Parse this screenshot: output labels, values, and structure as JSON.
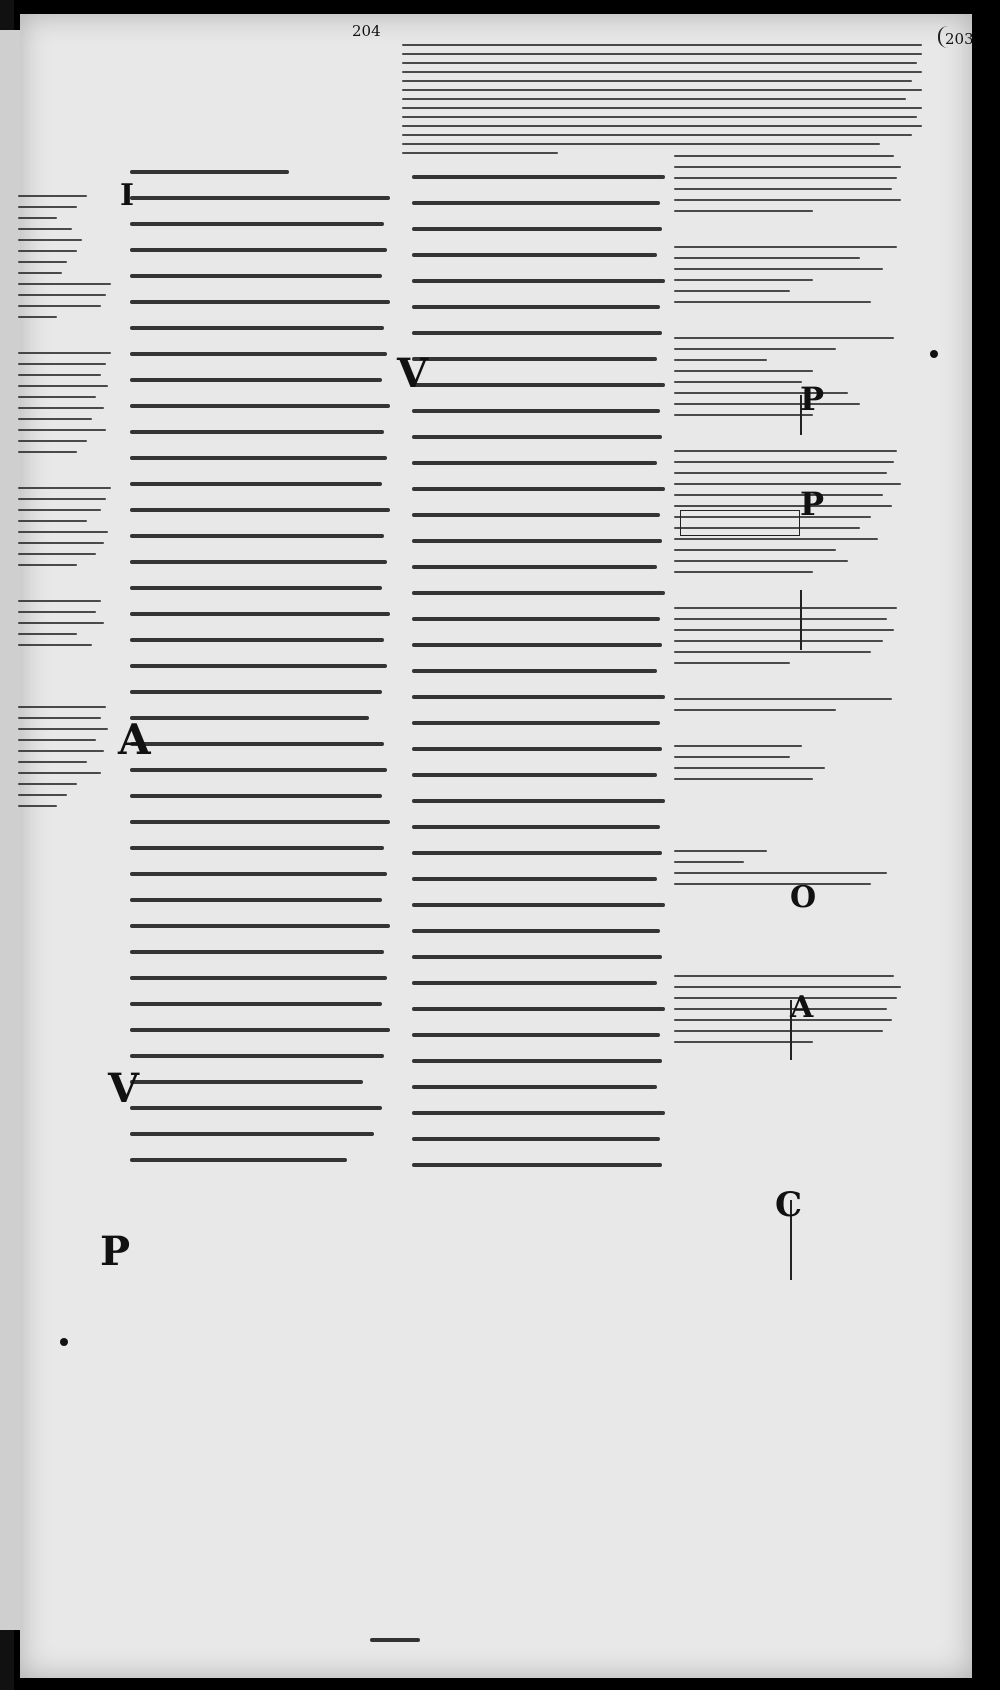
{
  "page": {
    "folio_left": "204",
    "folio_right": "203"
  },
  "structure": {
    "main_columns": 2,
    "gloss_column": true,
    "left_margin_glosses": true
  },
  "colors": {
    "parchment": "#e8e8e8",
    "ink": "#111111",
    "background": "#000000"
  }
}
